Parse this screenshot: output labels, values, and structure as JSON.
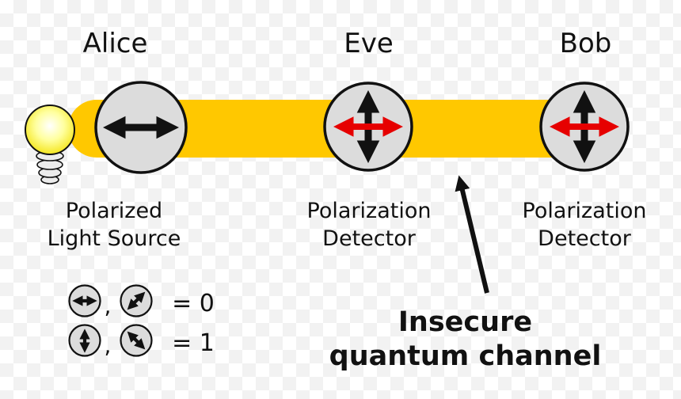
{
  "people": {
    "alice": "Alice",
    "eve": "Eve",
    "bob": "Bob"
  },
  "labels": {
    "source": "Polarized\nLight Source",
    "detector_eve": "Polarization\nDetector",
    "detector_bob": "Polarization\nDetector",
    "channel_annotation": "Insecure\nquantum channel"
  },
  "legend": {
    "row1": {
      "comma": ",",
      "value": "= 0"
    },
    "row2": {
      "comma": ",",
      "value": "= 1"
    }
  },
  "colors": {
    "channel": "#FFC800",
    "detector_fill": "#DCDCDC",
    "arrow_black": "#111111",
    "arrow_red": "#E60000",
    "bulb_yellow": "#FFF06A"
  },
  "icons": {
    "light_bulb": "light-bulb-icon",
    "horizontal_polarization": "horizontal-arrow-icon",
    "vertical_polarization": "vertical-arrow-icon",
    "diagonal_ne_polarization": "diagonal-ne-arrow-icon",
    "diagonal_se_polarization": "diagonal-se-arrow-icon",
    "channel_pointer": "pointer-arrow-icon"
  }
}
